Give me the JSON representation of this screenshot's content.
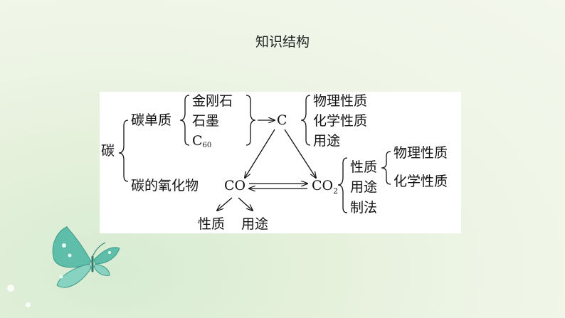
{
  "title": "知识结构",
  "root": "碳",
  "carbon_elements": {
    "label": "碳单质",
    "items": [
      "金刚石",
      "石墨"
    ],
    "c60_letter": "C",
    "c60_sub": "60"
  },
  "oxides": {
    "label": "碳的氧化物"
  },
  "c_node": {
    "label": "C",
    "items": [
      "物理性质",
      "化学性质",
      "用途"
    ]
  },
  "co_node": {
    "label": "CO",
    "items": [
      "性质",
      "用途"
    ]
  },
  "co2_node": {
    "letters": "CO",
    "sub": "2",
    "items": [
      "性质",
      "用途",
      "制法"
    ],
    "property_items": [
      "物理性质",
      "化学性质"
    ]
  },
  "colors": {
    "panel": "#ffffff",
    "ink": "#111111",
    "butterfly": "#3fae9d"
  }
}
